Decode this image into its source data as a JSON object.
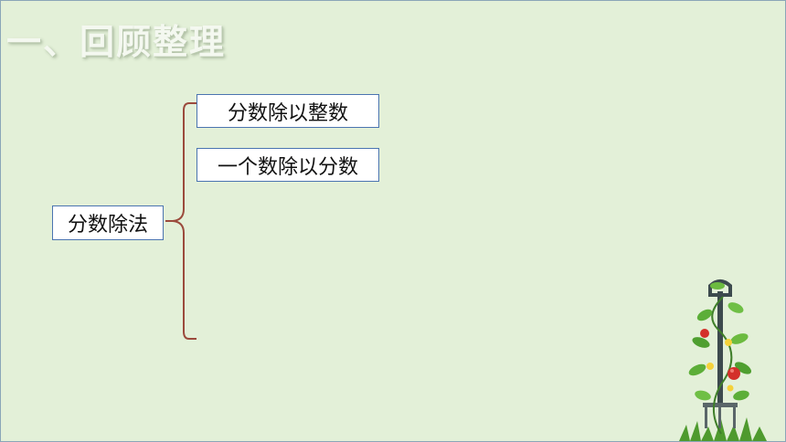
{
  "slide": {
    "title": "一、回顾整理",
    "root_label": "分数除法",
    "branches": [
      {
        "label": "分数除以整数"
      },
      {
        "label": "一个数除以分数"
      }
    ]
  },
  "colors": {
    "background": "#e3f0d8",
    "box_border": "#4a74b0",
    "brace": "#9b4a3c",
    "title_text": "#f4f8f0"
  },
  "icons": [
    "brace-connector",
    "tomato-plant-illustration"
  ]
}
